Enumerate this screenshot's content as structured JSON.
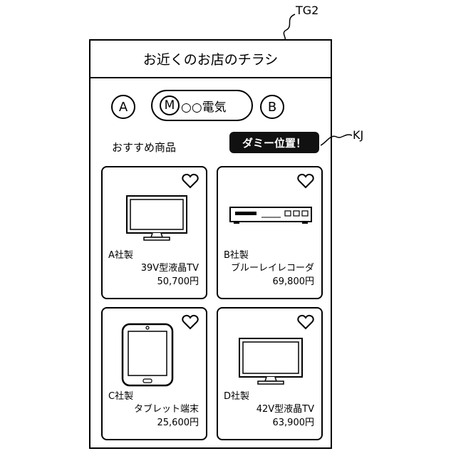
{
  "callouts": {
    "screen_ref": "TG2",
    "badge_ref": "KJ"
  },
  "header": {
    "title": "お近くのお店のチラシ"
  },
  "store_nav": {
    "prev_label": "A",
    "current_initial": "M",
    "current_name": "○○電気",
    "next_label": "B"
  },
  "dummy_badge": {
    "text": "ダミー位置！"
  },
  "section": {
    "title": "おすすめ商品"
  },
  "products": [
    {
      "maker": "A社製",
      "name": "39V型液晶TV",
      "price": "50,700円",
      "icon": "tv-icon"
    },
    {
      "maker": "B社製",
      "name": "ブルーレイレコーダ",
      "price": "69,800円",
      "icon": "bluray-recorder-icon"
    },
    {
      "maker": "C社製",
      "name": "タブレット端末",
      "price": "25,600円",
      "icon": "tablet-icon"
    },
    {
      "maker": "D社製",
      "name": "42V型液晶TV",
      "price": "63,900円",
      "icon": "tv-icon"
    }
  ],
  "colors": {
    "line": "#000000",
    "background": "#ffffff",
    "badge_bg": "#111111",
    "badge_text": "#ffffff"
  }
}
